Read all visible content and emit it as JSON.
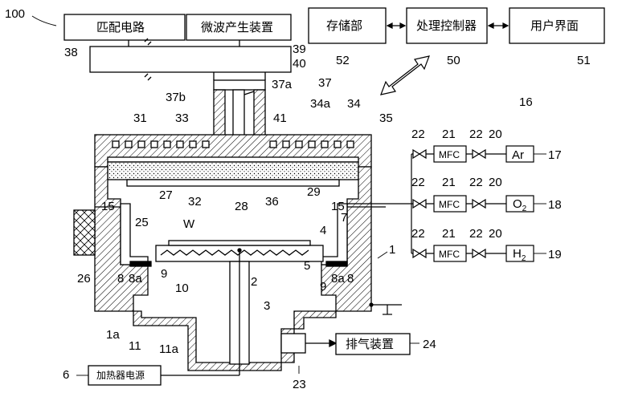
{
  "figure_label": "100",
  "boxes": {
    "matching_circuit": "匹配电路",
    "microwave_generator": "微波产生装置",
    "storage": "存储部",
    "process_controller": "处理控制器",
    "user_interface": "用户界面",
    "exhaust": "排气装置",
    "heater_power": "加热器电源"
  },
  "gas": {
    "mfc_label": "MFC",
    "ar": "Ar",
    "o2_main": "O",
    "o2_sub": "2",
    "h2_main": "H",
    "h2_sub": "2"
  },
  "refs": {
    "r38": "38",
    "r39": "39",
    "r40": "40",
    "r52": "52",
    "r50": "50",
    "r51": "51",
    "r37b": "37b",
    "r37a": "37a",
    "r37": "37",
    "r16": "16",
    "r31": "31",
    "r33": "33",
    "r34a": "34a",
    "r34": "34",
    "r35": "35",
    "r41": "41",
    "r27": "27",
    "r32": "32",
    "r28": "28",
    "r36": "36",
    "r29": "29",
    "r15a": "15",
    "r15b": "15",
    "r25": "25",
    "rW": "W",
    "r4": "4",
    "r7": "7",
    "r26": "26",
    "r8a": "8",
    "r8aa": "8a",
    "r8b": "8a",
    "r8bb": "8",
    "r9a": "9",
    "r9b": "9",
    "r2": "2",
    "r5": "5",
    "r1": "1",
    "r10": "10",
    "r3": "3",
    "r1a": "1a",
    "r11": "11",
    "r11a": "11a",
    "r24": "24",
    "r6": "6",
    "r23": "23",
    "g22a": "22",
    "g21a": "21",
    "g22b": "22",
    "g20a": "20",
    "g17": "17",
    "g22c": "22",
    "g21b": "21",
    "g22d": "22",
    "g20b": "20",
    "g18": "18",
    "g22e": "22",
    "g21c": "21",
    "g22f": "22",
    "g20c": "20",
    "g19": "19"
  }
}
